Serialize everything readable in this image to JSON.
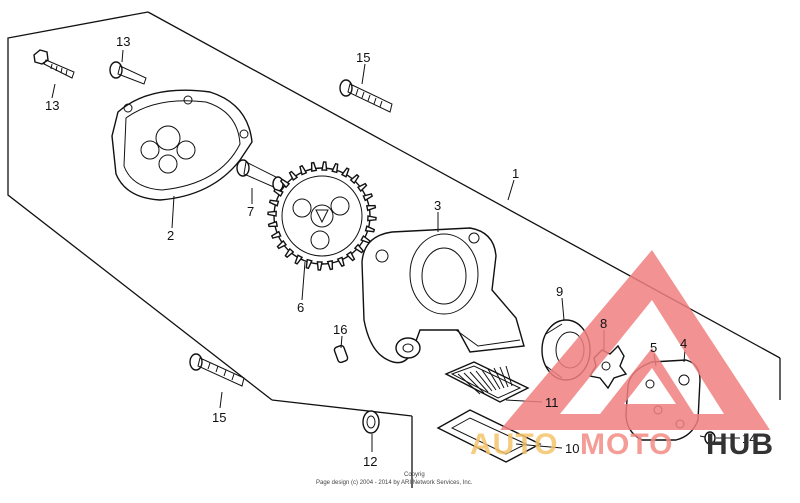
{
  "callouts": {
    "c1": "1",
    "c2": "2",
    "c3": "3",
    "c4": "4",
    "c5": "5",
    "c6": "6",
    "c7": "7",
    "c8": "8",
    "c9": "9",
    "c10": "10",
    "c11": "11",
    "c12": "12",
    "c13a": "13",
    "c13b": "13",
    "c14": "14",
    "c15a": "15",
    "c15b": "15",
    "c16": "16"
  },
  "copyright": {
    "line1": "Copyrig",
    "line2": "Page design (c) 2004 - 2014 by ARI Network Services, Inc."
  },
  "watermark": {
    "auto": "AUTO",
    "moto": "MOTO",
    "hub": "HUB",
    "colors": {
      "triangle": "#f08080",
      "auto": "#f5c36a",
      "moto": "#f28b82",
      "hub": "#333333"
    }
  }
}
